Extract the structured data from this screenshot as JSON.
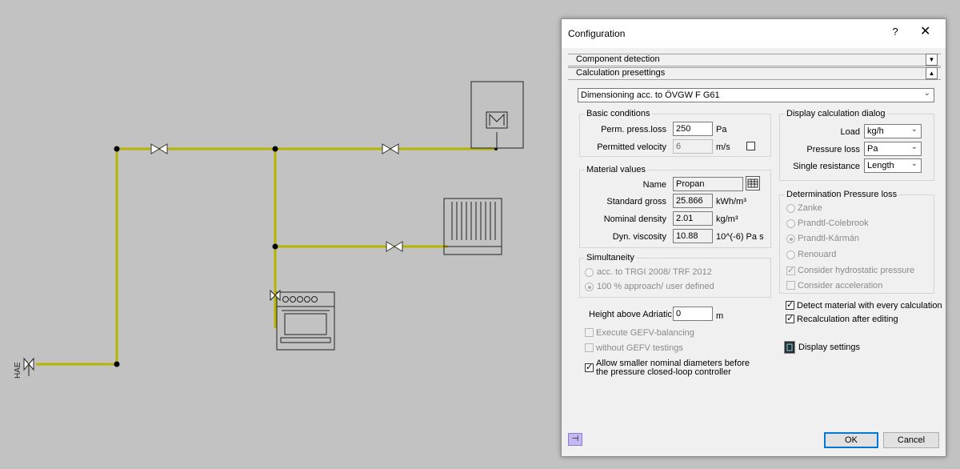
{
  "canvas": {
    "pipe_color": "#b7b400",
    "hae_label": "HAE"
  },
  "dialog": {
    "title": "Configuration",
    "help_label": "?",
    "close_label": "✕",
    "sections": {
      "component_detection": "Component detection",
      "calculation_presettings": "Calculation presettings"
    },
    "dimensioning": "Dimensioning acc. to ÖVGW F G61",
    "basic_conditions": {
      "title": "Basic conditions",
      "perm_press_loss_label": "Perm. press.loss",
      "perm_press_loss_value": "250",
      "perm_press_loss_unit": "Pa",
      "permitted_velocity_label": "Permitted velocity",
      "permitted_velocity_value": "6",
      "permitted_velocity_unit": "m/s"
    },
    "material_values": {
      "title": "Material values",
      "name_label": "Name",
      "name_value": "Propan",
      "standard_gross_label": "Standard gross",
      "standard_gross_value": "25.866",
      "standard_gross_unit": "kWh/m³",
      "nominal_density_label": "Nominal density",
      "nominal_density_value": "2.01",
      "nominal_density_unit": "kg/m³",
      "dyn_viscosity_label": "Dyn. viscosity",
      "dyn_viscosity_value": "10.88",
      "dyn_viscosity_unit": "10^(-6) Pa s"
    },
    "simultaneity": {
      "title": "Simultaneity",
      "option1": "acc. to TRGI 2008/ TRF 2012",
      "option2": "100 % approach/ user defined"
    },
    "height_label": "Height above Adriatic",
    "height_value": "0",
    "height_unit": "m",
    "execute_gefv": "Execute GEFV-balancing",
    "without_gefv": "without GEFV testings",
    "allow_smaller": "Allow smaller nominal diameters before the pressure closed-loop controller",
    "display_calc_dialog": {
      "title": "Display calculation dialog",
      "load_label": "Load",
      "load_value": "kg/h",
      "pressure_loss_label": "Pressure loss",
      "pressure_loss_value": "Pa",
      "single_resistance_label": "Single resistance",
      "single_resistance_value": "Length"
    },
    "determination": {
      "title": "Determination Pressure loss",
      "zanke": "Zanke",
      "prandtl_colebrook": "Prandtl-Colebrook",
      "prandtl_karman": "Prandtl-Kármán",
      "renouard": "Renouard",
      "consider_hydrostatic": "Consider hydrostatic pressure",
      "consider_acceleration": "Consider acceleration"
    },
    "detect_material": "Detect material with every calculation",
    "recalculation": "Recalculation after editing",
    "display_settings": "Display settings",
    "ok_label": "OK",
    "cancel_label": "Cancel"
  }
}
